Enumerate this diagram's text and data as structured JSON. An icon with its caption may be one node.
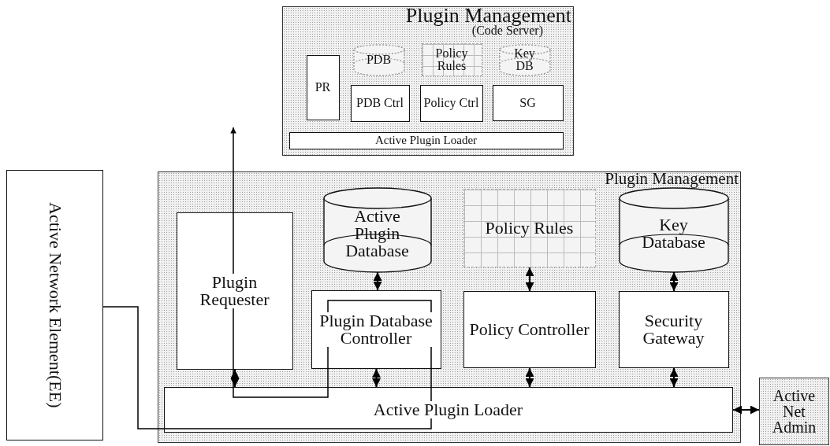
{
  "diagram": {
    "nodes": [
      {
        "text": [
          "Plugin Management",
          "(Code Server)"
        ]
      },
      {
        "text": [
          "PR"
        ],
        "in": 0
      },
      {
        "text": [
          "PDB"
        ],
        "in": 0
      },
      {
        "text": [
          "Policy Rules"
        ],
        "in": 0
      },
      {
        "text": [
          "Key DB"
        ],
        "in": 0
      },
      {
        "text": [
          "PDB Ctrl"
        ],
        "in": 0
      },
      {
        "text": [
          "Policy Ctrl"
        ],
        "in": 0
      },
      {
        "text": [
          "SG"
        ],
        "in": 0
      },
      {
        "text": [
          "Active Plugin Loader"
        ],
        "in": 0
      },
      {
        "text": [
          "Active Network Element(EE)"
        ]
      },
      {
        "text": [
          "Plugin Management"
        ]
      },
      {
        "text": [
          "Plugin Requester"
        ],
        "in": 10
      },
      {
        "text": [
          "Active Plugin Database"
        ],
        "in": 10
      },
      {
        "text": [
          "Policy Rules"
        ],
        "in": 10
      },
      {
        "text": [
          "Key Database"
        ],
        "in": 10
      },
      {
        "text": [
          "Plugin Database Controller"
        ],
        "in": 10
      },
      {
        "text": [
          "Policy Controller"
        ],
        "in": 10
      },
      {
        "text": [
          "Security Gateway"
        ],
        "in": 10
      },
      {
        "text": [
          "Active Plugin Loader"
        ],
        "in": 10
      },
      {
        "text": [
          "Active Net Admin"
        ]
      }
    ],
    "edges": [
      {
        "from": 12,
        "to": 15,
        "arrow": "both"
      },
      {
        "from": 13,
        "to": 16,
        "arrow": "both"
      },
      {
        "from": 14,
        "to": 17,
        "arrow": "both"
      },
      {
        "from": 11,
        "to": 18,
        "arrow": "both"
      },
      {
        "from": 15,
        "to": 18,
        "arrow": "both"
      },
      {
        "from": 16,
        "to": 18,
        "arrow": "both"
      },
      {
        "from": 17,
        "to": 18,
        "arrow": "both"
      },
      {
        "from": 18,
        "to": 19,
        "arrow": "both"
      },
      {
        "from": 9,
        "to": null,
        "arrow": "to"
      }
    ]
  }
}
